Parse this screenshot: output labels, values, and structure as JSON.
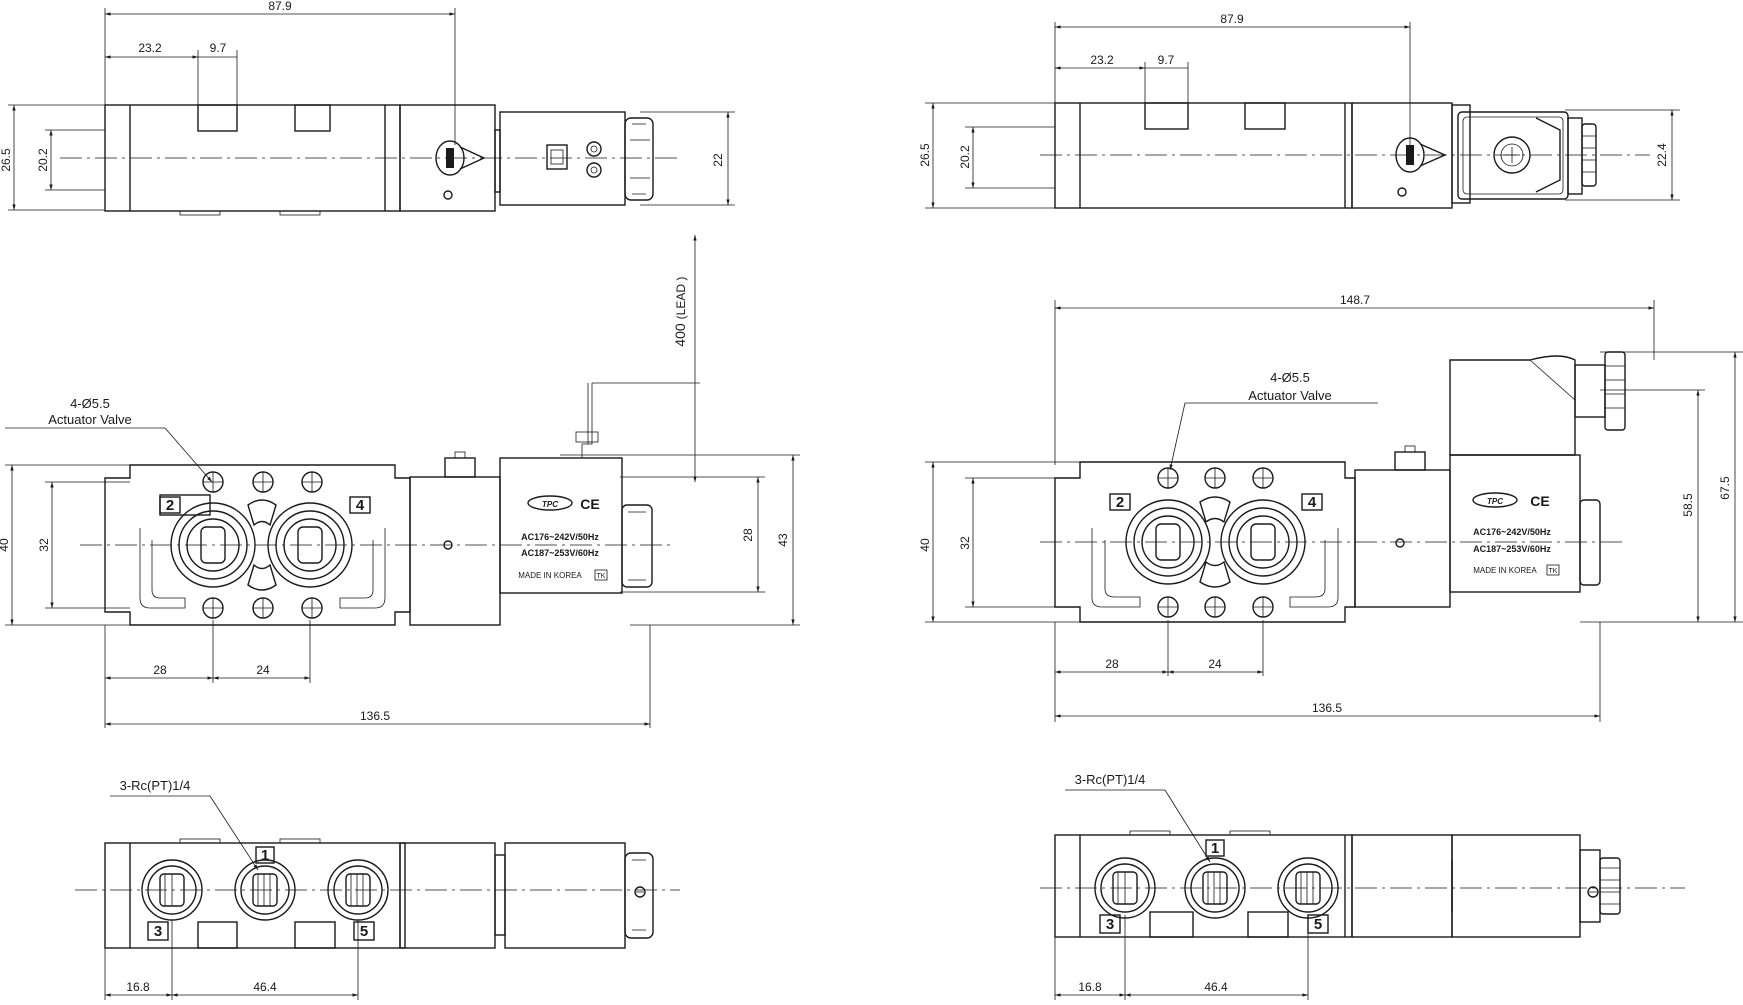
{
  "drawings": {
    "left": {
      "top_view": {
        "dims": {
          "overall": "87.9",
          "pitch_a": "23.2",
          "pitch_b": "9.7",
          "height_outer": "26.5",
          "height_inner": "20.2",
          "coil_height": "22"
        }
      },
      "front_view": {
        "dims": {
          "lead": "400",
          "lead_unit": "(LEAD )",
          "height_outer": "40",
          "height_inner": "32",
          "coil_inner": "28",
          "coil_outer": "43",
          "base_a": "28",
          "base_b": "24",
          "overall_length": "136.5"
        },
        "callout": {
          "line1": "4-Ø5.5",
          "line2": "Actuator Valve"
        },
        "ports": {
          "a": "2",
          "b": "4"
        },
        "coil_label": {
          "brand": "TPC",
          "cert": "CE",
          "rating1": "AC176~242V/50Hz",
          "rating2": "AC187~253V/60Hz",
          "origin": "MADE IN KOREA",
          "mark": "TK"
        }
      },
      "bottom_view": {
        "callout": "3-Rc(PT)1/4",
        "ports": {
          "p1": "1",
          "p3": "3",
          "p5": "5"
        },
        "dims": {
          "a": "16.8",
          "b": "46.4"
        }
      }
    },
    "right": {
      "top_view": {
        "dims": {
          "overall": "87.9",
          "pitch_a": "23.2",
          "pitch_b": "9.7",
          "height_outer": "26.5",
          "height_inner": "20.2",
          "coil_height": "22.4"
        }
      },
      "front_view": {
        "dims": {
          "overall_top": "148.7",
          "height_outer": "40",
          "height_inner": "32",
          "coil_inner": "58.5",
          "coil_outer": "67.5",
          "base_a": "28",
          "base_b": "24",
          "overall_length": "136.5"
        },
        "callout": {
          "line1": "4-Ø5.5",
          "line2": "Actuator Valve"
        },
        "ports": {
          "a": "2",
          "b": "4"
        },
        "coil_label": {
          "brand": "TPC",
          "cert": "CE",
          "rating1": "AC176~242V/50Hz",
          "rating2": "AC187~253V/60Hz",
          "origin": "MADE IN KOREA",
          "mark": "TK"
        }
      },
      "bottom_view": {
        "callout": "3-Rc(PT)1/4",
        "ports": {
          "p1": "1",
          "p3": "3",
          "p5": "5"
        },
        "dims": {
          "a": "16.8",
          "b": "46.4"
        }
      }
    }
  }
}
